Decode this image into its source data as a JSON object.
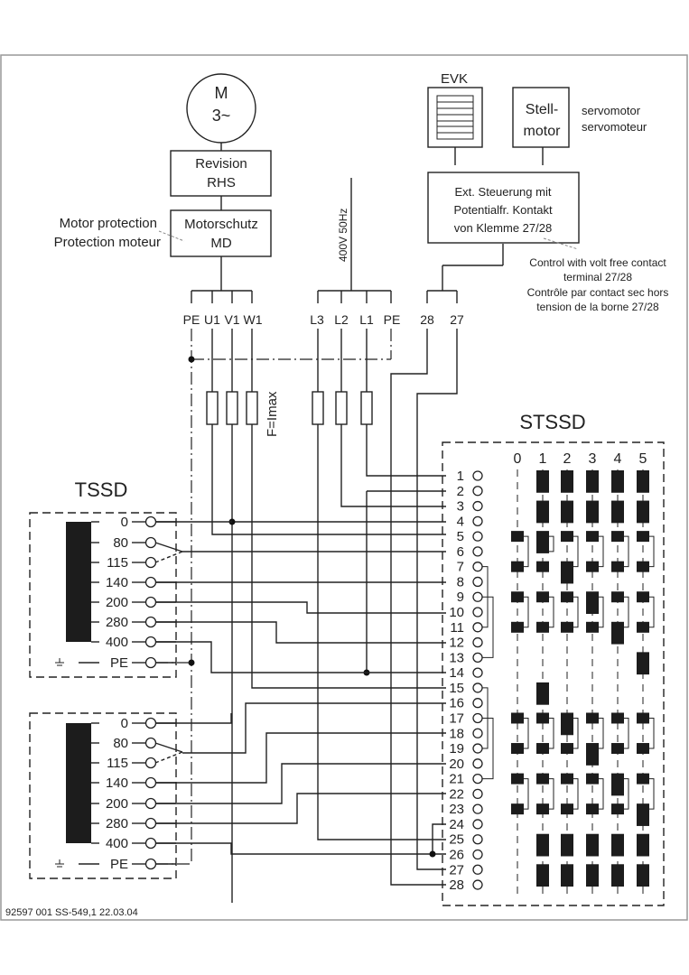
{
  "diagram": {
    "title": "Wiring diagram TSSD / STSSD",
    "footer": "92597 001  SS-549,1  22.03.04",
    "motor": {
      "line1": "M",
      "line2": "3~"
    },
    "revision_box": {
      "line1": "Revision",
      "line2": "RHS"
    },
    "motor_protection_box": {
      "line1": "Motorschutz",
      "line2": "MD"
    },
    "motor_protection_note": {
      "line1": "Motor protection",
      "line2": "Protection moteur"
    },
    "motor_terminals": [
      "PE",
      "U1",
      "V1",
      "W1"
    ],
    "supply_terminals": [
      "L3",
      "L2",
      "L1",
      "PE"
    ],
    "supply_label": "400V 50Hz",
    "control_terminals": [
      "28",
      "27"
    ],
    "fuse_label": "F=Imax",
    "evk": {
      "label": "EVK"
    },
    "servomotor_box": {
      "line1": "Stell-",
      "line2": "motor"
    },
    "servomotor_note": {
      "line1": "servomotor",
      "line2": "servomoteur"
    },
    "ext_control_box": {
      "line1": "Ext. Steuerung mit",
      "line2": "Potentialfr. Kontakt",
      "line3": "von Klemme 27/28"
    },
    "ext_control_note": {
      "line1": "Control with volt free contact",
      "line2": "terminal 27/28",
      "line3": "Contrôle par contact sec hors",
      "line4": "tension de la borne 27/28"
    },
    "tssd": {
      "title": "TSSD",
      "taps": [
        "0",
        "80",
        "115",
        "140",
        "200",
        "280",
        "400",
        "PE"
      ]
    },
    "stssd": {
      "title": "STSSD",
      "columns": [
        "0",
        "1",
        "2",
        "3",
        "4",
        "5"
      ],
      "terminals": [
        "1",
        "2",
        "3",
        "4",
        "5",
        "6",
        "7",
        "8",
        "9",
        "10",
        "11",
        "12",
        "13",
        "14",
        "15",
        "16",
        "17",
        "18",
        "19",
        "20",
        "21",
        "22",
        "23",
        "24",
        "25",
        "26",
        "27",
        "28"
      ]
    }
  }
}
